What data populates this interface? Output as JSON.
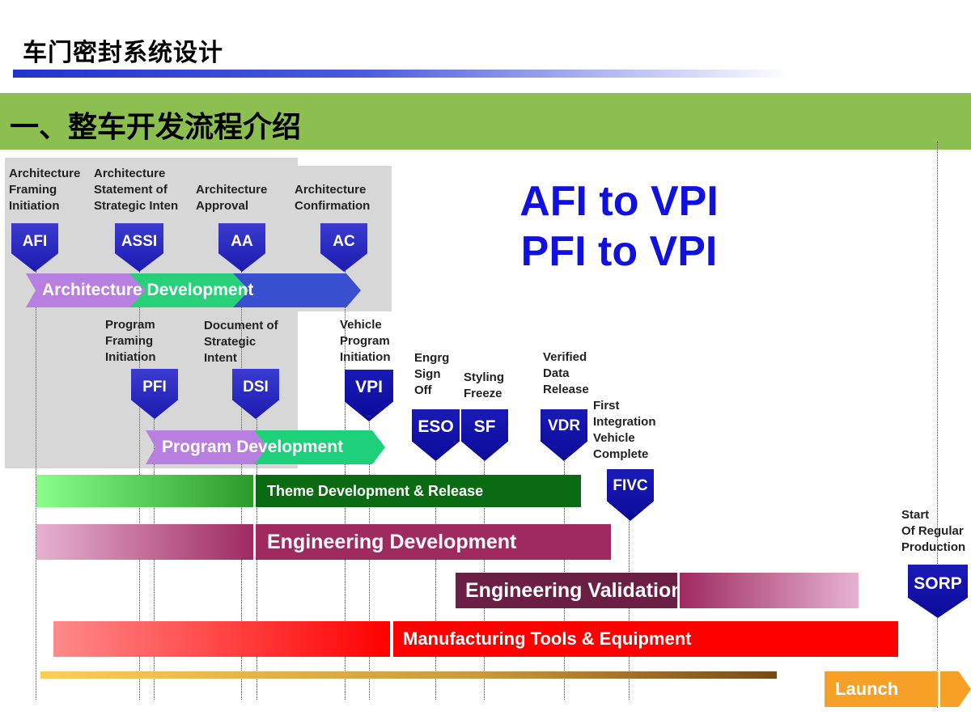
{
  "header": {
    "title": "车门密封系统设计"
  },
  "section": {
    "title": "一、整车开发流程介绍"
  },
  "highlight": {
    "line1": "AFI to VPI",
    "line2": "PFI to VPI"
  },
  "milestones": {
    "afi": {
      "label": "Architecture\nFraming\nInitiation",
      "code": "AFI"
    },
    "assi": {
      "label": "Architecture\nStatement of\nStrategic Inten",
      "code": "ASSI"
    },
    "aa": {
      "label": "Architecture\nApproval",
      "code": "AA"
    },
    "ac": {
      "label": "Architecture\nConfirmation",
      "code": "AC"
    },
    "pfi": {
      "label": "Program\nFraming\nInitiation",
      "code": "PFI"
    },
    "dsi": {
      "label": "Document of\n Strategic\nIntent",
      "code": "DSI"
    },
    "vpi": {
      "label": "Vehicle\nProgram\nInitiation",
      "code": "VPI"
    },
    "eso": {
      "label": "Engrg\nSign\nOff",
      "code": "ESO"
    },
    "sf": {
      "label": "Styling\nFreeze",
      "code": "SF"
    },
    "vdr": {
      "label": "Verified\nData\nRelease",
      "code": "VDR"
    },
    "fivc": {
      "label": "First\nIntegration\nVehicle\nComplete",
      "code": "FIVC"
    },
    "sorp": {
      "label": "Start\nOf Regular\nProduction",
      "code": "SORP"
    }
  },
  "phases": {
    "architecture": "Architecture  Development",
    "program": "Program Development",
    "theme": "Theme Development & Release",
    "engineering_dev": "Engineering Development",
    "engineering_val": "Engineering Validation",
    "manufacturing": "Manufacturing Tools & Equipment",
    "launch": "Launch"
  },
  "colors": {
    "milestone_blue": "#1b1bb0",
    "band_green": "#8bbf4f",
    "theme_green": "#0b6b12",
    "engineering_magenta": "#9e2a60",
    "manufacturing_red": "#ff0000",
    "launch_orange": "#f6a028"
  }
}
